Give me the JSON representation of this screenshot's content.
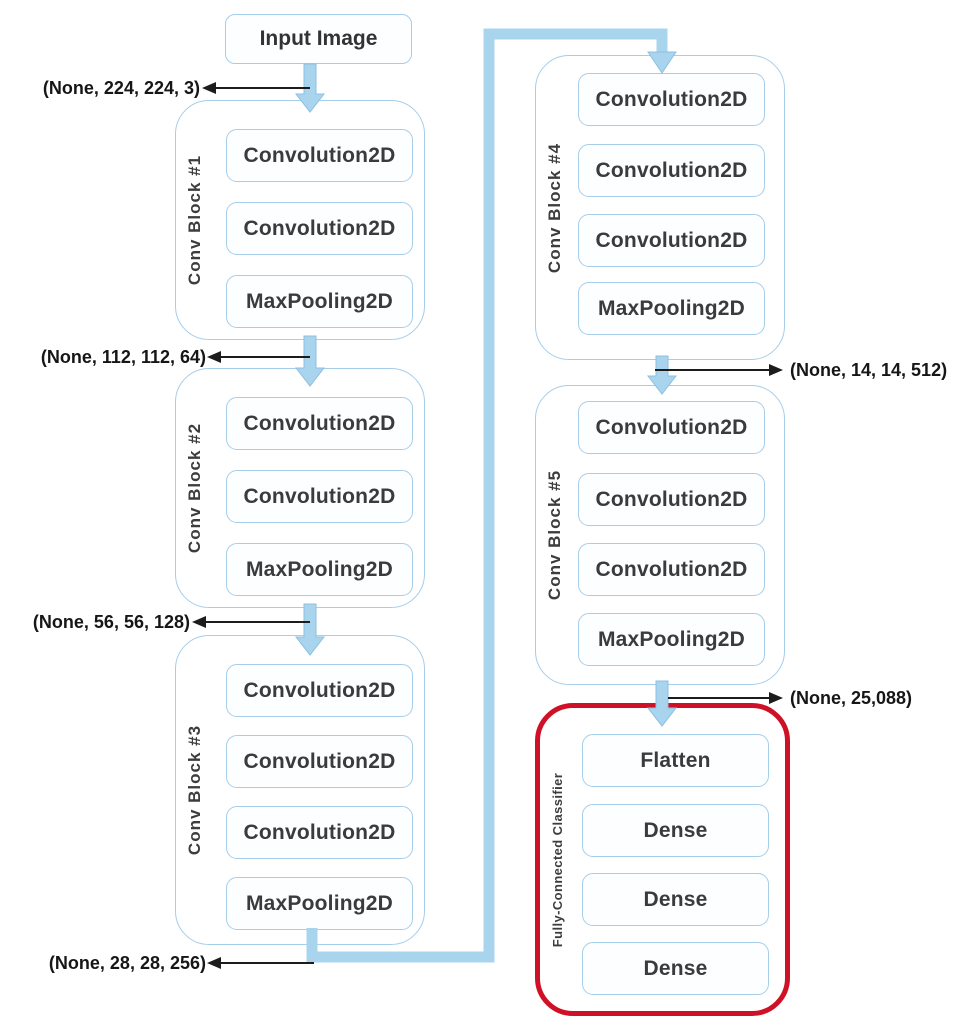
{
  "diagram": {
    "input": {
      "label": "Input Image"
    },
    "blocks": [
      {
        "label": "Conv Block #1",
        "layers": [
          "Convolution2D",
          "Convolution2D",
          "MaxPooling2D"
        ]
      },
      {
        "label": "Conv Block #2",
        "layers": [
          "Convolution2D",
          "Convolution2D",
          "MaxPooling2D"
        ]
      },
      {
        "label": "Conv Block #3",
        "layers": [
          "Convolution2D",
          "Convolution2D",
          "Convolution2D",
          "MaxPooling2D"
        ]
      },
      {
        "label": "Conv Block #4",
        "layers": [
          "Convolution2D",
          "Convolution2D",
          "Convolution2D",
          "MaxPooling2D"
        ]
      },
      {
        "label": "Conv Block #5",
        "layers": [
          "Convolution2D",
          "Convolution2D",
          "Convolution2D",
          "MaxPooling2D"
        ]
      },
      {
        "label": "Fully-Connected Classifier",
        "layers": [
          "Flatten",
          "Dense",
          "Dense",
          "Dense"
        ]
      }
    ],
    "annotations": [
      {
        "text": "(None, 224, 224, 3)"
      },
      {
        "text": "(None, 112, 112, 64)"
      },
      {
        "text": "(None, 56, 56, 128)"
      },
      {
        "text": "(None, 28, 28, 256)"
      },
      {
        "text": "(None, 14, 14, 512)"
      },
      {
        "text": "(None, 25,088)"
      }
    ],
    "colors": {
      "layer_border": "#a6cde9",
      "arrow_fill": "#a9d4ee",
      "classifier_border": "#ce1126",
      "layer_text": "#3b3b3b",
      "annotation_text": "#161616"
    }
  }
}
